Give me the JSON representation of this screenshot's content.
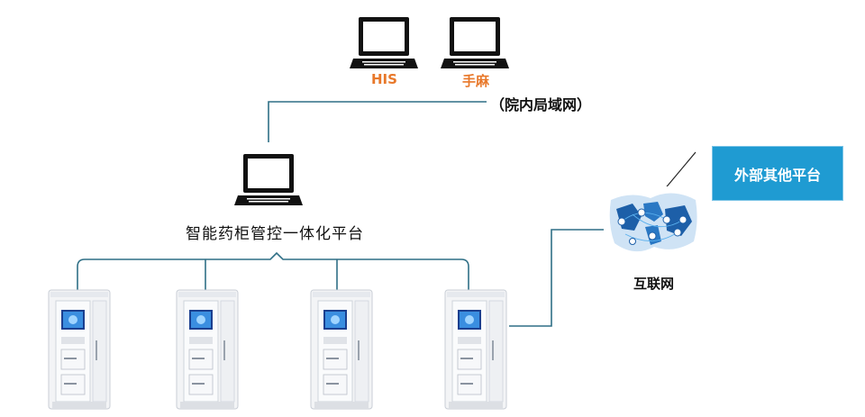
{
  "labels": {
    "his": "HIS",
    "shouma": "手麻",
    "lan": "（院内局域网）",
    "platform": "智能药柜管控一体化平台",
    "internet": "互联网",
    "external": "外部其他平台"
  },
  "icons": {
    "laptop": "laptop-icon",
    "globe": "world-map-network-icon",
    "cabinet": "medicine-cabinet"
  },
  "colors": {
    "accent_orange": "#e8782a",
    "link_blue": "#1f9bd2",
    "line_teal": "#2f6f86"
  }
}
